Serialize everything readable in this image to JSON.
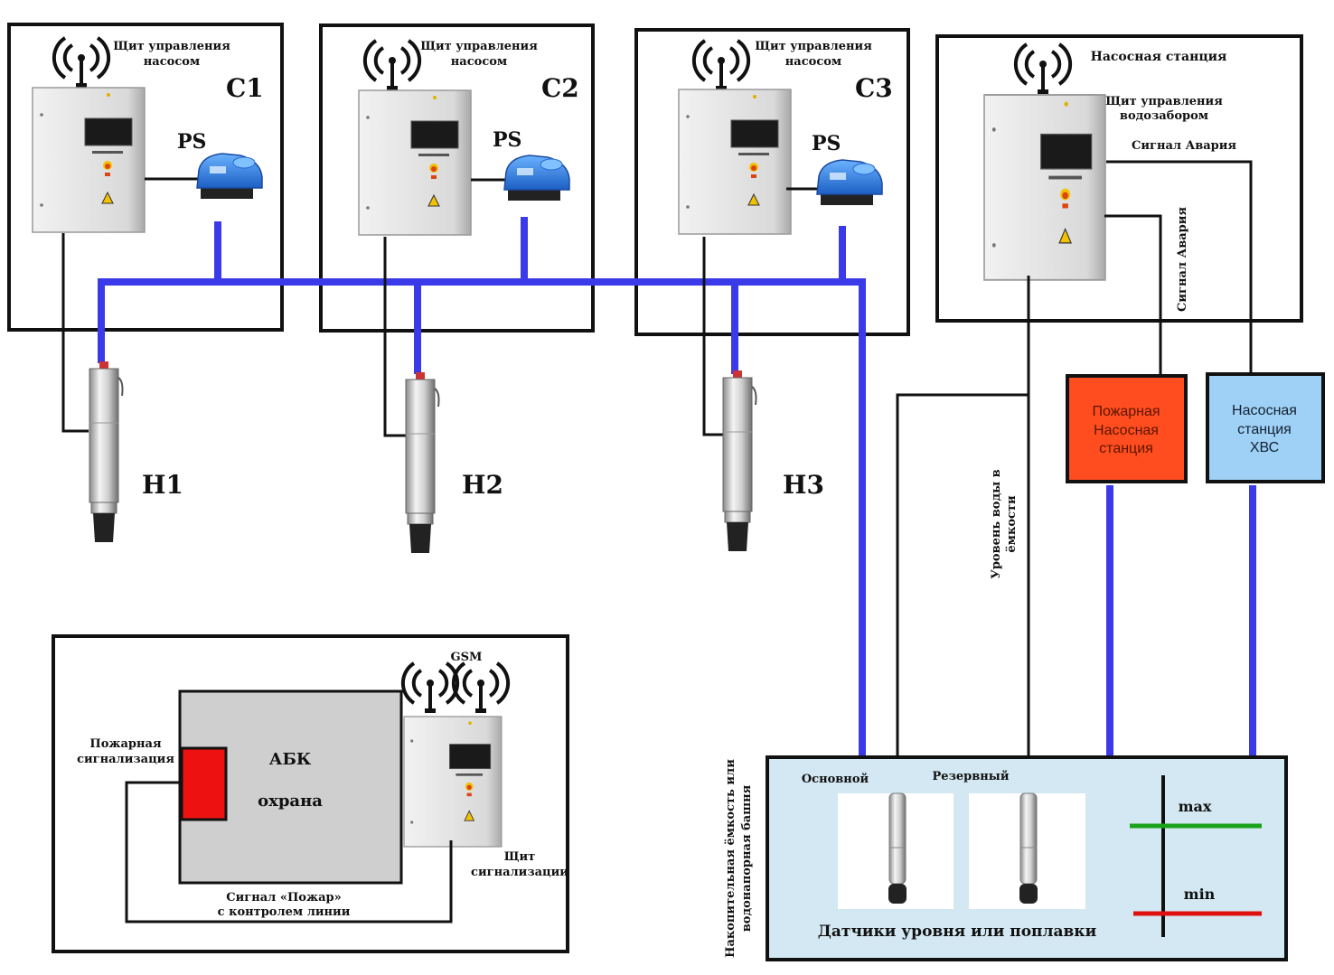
{
  "controllers": [
    {
      "title_line1": "Щит управления",
      "title_line2": "насосом",
      "id": "С1",
      "switch_label": "PS"
    },
    {
      "title_line1": "Щит управления",
      "title_line2": "насосом",
      "id": "С2",
      "switch_label": "PS"
    },
    {
      "title_line1": "Щит управления",
      "title_line2": "насосом",
      "id": "С3",
      "switch_label": "PS"
    }
  ],
  "pumps": [
    "Н1",
    "Н2",
    "Н3"
  ],
  "pump_station": {
    "title": "Насосная станция",
    "panel_line1": "Щит управления",
    "panel_line2": "водозабором",
    "alarm_horizontal": "Сигнал Авария",
    "alarm_vertical": "Сигнал Авария"
  },
  "fire_station": {
    "line1": "Пожарная",
    "line2": "Насосная",
    "line3": "станция",
    "color": "#ff4d1f"
  },
  "cold_water_station": {
    "line1": "Насосная",
    "line2": "станция",
    "line3": "ХВС",
    "color": "#9fd0f5"
  },
  "level_signal": {
    "line1": "Уровень воды в",
    "line2": "ёмкости"
  },
  "abk": {
    "gsm": "GSM",
    "fire_alarm_line1": "Пожарная",
    "fire_alarm_line2": "сигнализация",
    "building_line1": "АБК",
    "building_line2": "охрана",
    "panel_line1": "Щит",
    "panel_line2": "сигнализации",
    "signal_line1": "Сигнал «Пожар»",
    "signal_line2": "с контролем линии"
  },
  "tank": {
    "side_line1": "Накопительная ёмкость или",
    "side_line2": "водонапорная башня",
    "main_label": "Основной",
    "reserve_label": "Резервный",
    "max_label": "max",
    "min_label": "min",
    "bottom_label": "Датчики уровня или поплавки",
    "fill_color": "#d3e8f2"
  },
  "colors": {
    "pipe": "#3a3ae8",
    "line": "#111111",
    "max": "#1aa31a",
    "min": "#e01010",
    "fire_alarm": "#ee1111"
  }
}
